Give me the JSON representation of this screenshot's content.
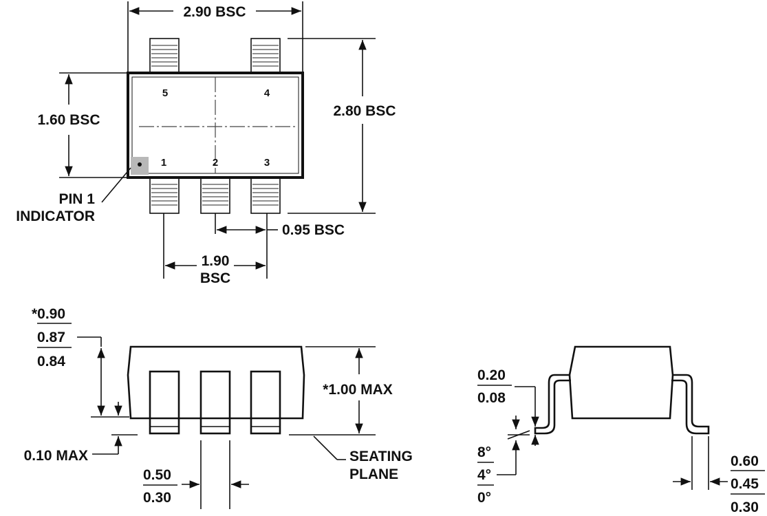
{
  "top_view": {
    "width_label": "2.90 BSC",
    "height_label": "2.80 BSC",
    "body_width_label": "1.60 BSC",
    "pin_indicator_line1": "PIN 1",
    "pin_indicator_line2": "INDICATOR",
    "pitch_label": "0.95 BSC",
    "span_label_line1": "1.90",
    "span_label_line2": "BSC",
    "pins": {
      "p1": "1",
      "p2": "2",
      "p3": "3",
      "p4": "4",
      "p5": "5"
    }
  },
  "side_view": {
    "height_max_top": "*0.90",
    "height_nom": "0.87",
    "height_min": "0.84",
    "total_height_label": "*1.00 MAX",
    "standoff_label": "0.10 MAX",
    "lead_width_max": "0.50",
    "lead_width_min": "0.30",
    "seating_line1": "SEATING",
    "seating_line2": "PLANE"
  },
  "end_view": {
    "lead_thickness_max": "0.20",
    "lead_thickness_min": "0.08",
    "angle_max": "8°",
    "angle_nom": "4°",
    "angle_min": "0°",
    "foot_max": "0.60",
    "foot_nom": "0.45",
    "foot_min": "0.30"
  }
}
